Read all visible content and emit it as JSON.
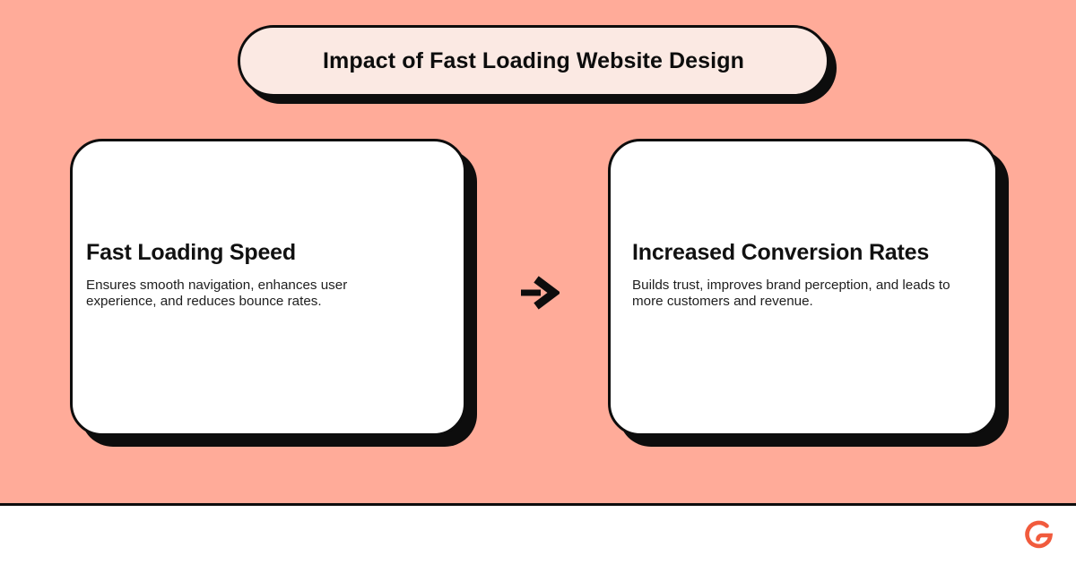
{
  "title": {
    "label": "Impact of Fast Loading Website Design"
  },
  "cards": [
    {
      "heading": "Fast Loading Speed",
      "body": "Ensures smooth navigation, enhances user experience, and reduces bounce rates."
    },
    {
      "heading": "Increased Conversion Rates",
      "body": "Builds trust, improves brand perception, and leads to more customers and revenue."
    }
  ],
  "connector": {
    "icon": "arrow-right-icon",
    "glyph": "→"
  },
  "footer": {
    "logo_icon": "g-swirl-logo"
  },
  "colors": {
    "background": "#FFAB99",
    "pill_fill": "#FBE9E3",
    "card_fill": "#FFFFFF",
    "outline": "#0D0D0D",
    "text": "#111111",
    "logo": "#F15B3D",
    "footer_fill": "#FFFFFF"
  }
}
